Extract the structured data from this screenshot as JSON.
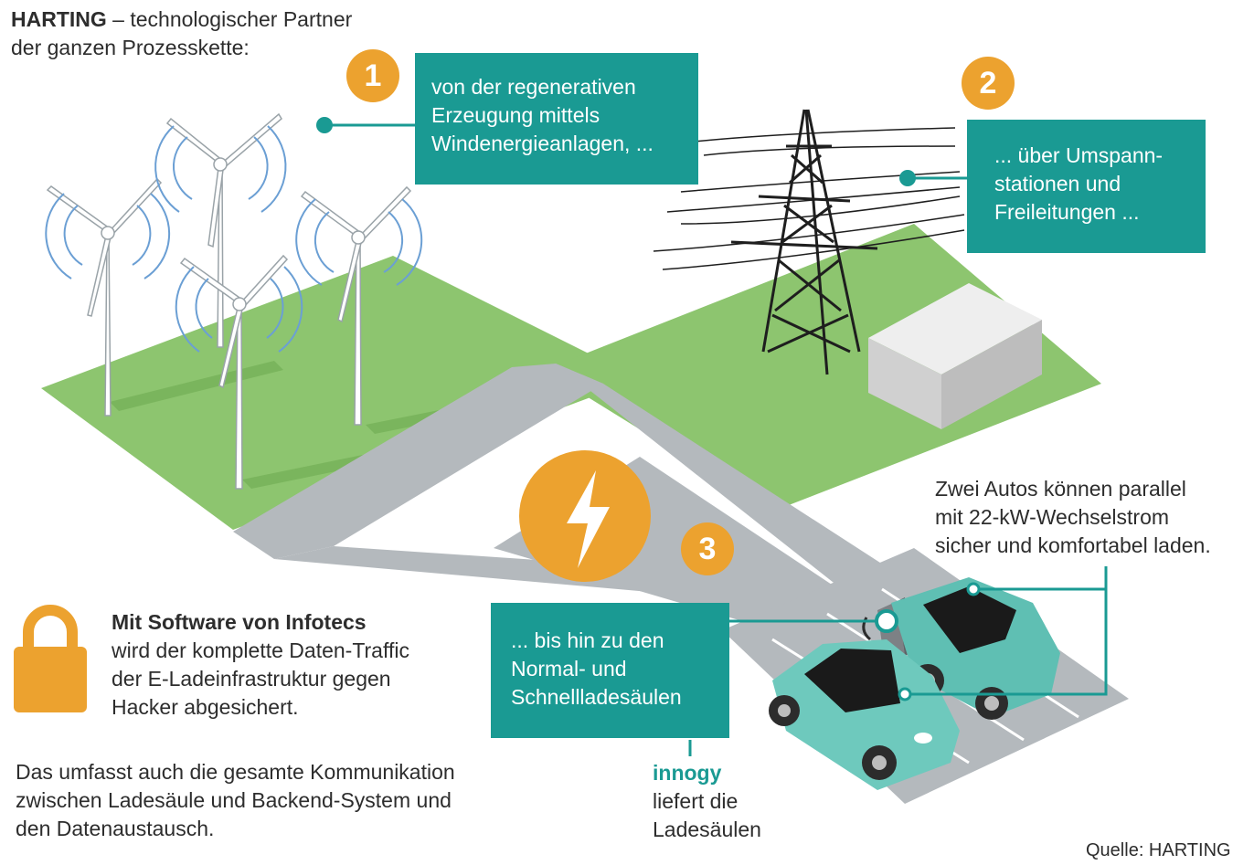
{
  "heading": {
    "brand": "HARTING",
    "rest": "– technologischer Partner",
    "line2": "der ganzen Prozesskette:"
  },
  "steps": [
    {
      "number": "1",
      "lines": [
        "von der regenerativen",
        "Erzeugung mittels",
        "Windenergieanlagen, ..."
      ]
    },
    {
      "number": "2",
      "lines": [
        "... über Umspann-",
        "stationen und",
        "Freileitungen ..."
      ]
    },
    {
      "number": "3",
      "lines": [
        "... bis hin zu den",
        "Normal- und",
        "Schnellladesäulen"
      ]
    }
  ],
  "cars_note": [
    "Zwei Autos können parallel",
    "mit 22-kW-Wechselstrom",
    "sicher und komfortabel laden."
  ],
  "security": {
    "title": "Mit Software von Infotecs",
    "lines": [
      "wird der komplette Daten-Traffic",
      "der E-Ladeinfrastruktur gegen",
      "Hacker abgesichert."
    ]
  },
  "communication": [
    "Das umfasst auch die gesamte Kommunikation",
    "zwischen Ladesäule und Backend-System und",
    "den Datenaustausch."
  ],
  "supplier": {
    "name": "innogy",
    "lines": [
      "liefert die",
      "Ladesäulen"
    ]
  },
  "source": "Quelle: HARTING",
  "colors": {
    "teal": "#1a9a93",
    "orange": "#eca22f",
    "grass": "#8dc56f",
    "road": "#b4b9bd",
    "car": "#5fbfb3",
    "signal": "#6b9fd4"
  },
  "icons": [
    "lightning-icon",
    "lock-icon",
    "wind-turbine-icon",
    "power-pylon-icon",
    "substation-icon",
    "electric-car-icon"
  ]
}
